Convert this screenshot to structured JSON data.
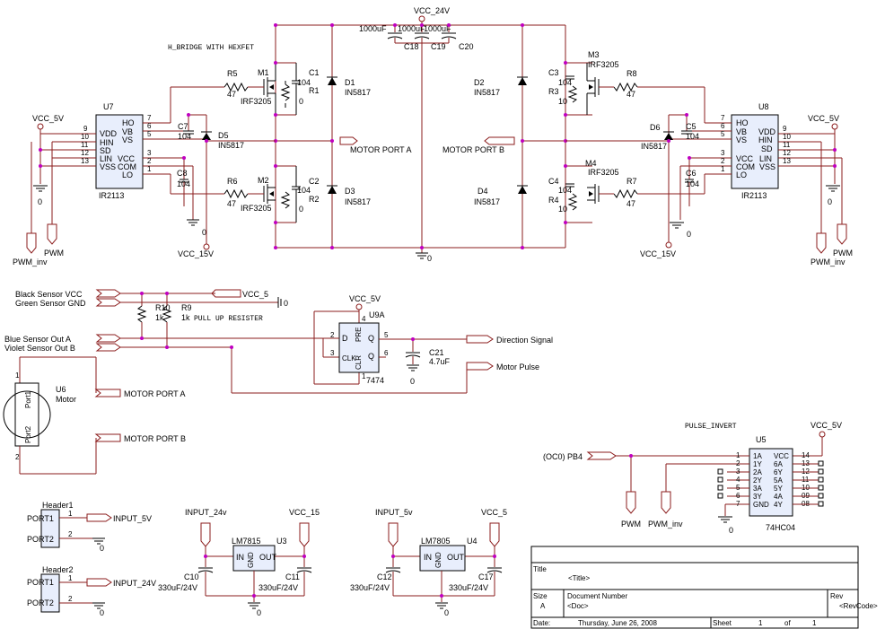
{
  "supply": {
    "vcc24": "VCC_24V",
    "vcc5_a": "VCC_5V",
    "vcc5_b": "VCC_5V",
    "vcc5_c": "VCC_5V",
    "vcc5_d": "VCC_5V",
    "vcc15_a": "VCC_15V",
    "vcc15_b": "VCC_15V",
    "vcc_5_sensor": "VCC_5",
    "vcc_15": "VCC_15",
    "vcc_5_reg": "VCC_5"
  },
  "bridge": {
    "title": "H_BRIDGE WITH HEXFET",
    "bulk_caps": {
      "v1": "1000uF",
      "v2": "1000uF",
      "v3": "1000uF",
      "r1": "C18",
      "r2": "C19",
      "r3": "C20"
    },
    "left": {
      "m1": "M1",
      "m1_part": "IRF3205",
      "m2": "M2",
      "m2_part": "IRF3205",
      "r5": "R5",
      "r5v": "47",
      "r6": "R6",
      "r6v": "47",
      "r1": "R1",
      "r1v": "0",
      "r2": "R2",
      "r2v": "0",
      "c1": "C1",
      "c1v": "104",
      "c2": "C2",
      "c2v": "104",
      "d1": "D1",
      "d1p": "IN5817",
      "d3": "D3",
      "d3p": "IN5817",
      "c7": "C7",
      "c7v": "104",
      "c8": "C8",
      "c8v": "104",
      "d5": "D5",
      "d5p": "IN5817",
      "driver": "U7",
      "driver_part": "IR2113",
      "ground0": "0",
      "ground0b": "0"
    },
    "right": {
      "m3": "M3",
      "m3_part": "IRF3205",
      "m4": "M4",
      "m4_part": "IRF3205",
      "r8": "R8",
      "r8v": "47",
      "r7": "R7",
      "r7v": "47",
      "r3": "R3",
      "r3v": "10",
      "r4": "R4",
      "r4v": "10",
      "c3": "C3",
      "c3v": "104",
      "c4": "C4",
      "c4v": "104",
      "d2": "D2",
      "d2p": "IN5817",
      "d4": "D4",
      "d4p": "IN5817",
      "c5": "C5",
      "c5v": "104",
      "c6": "C6",
      "c6v": "104",
      "d6": "D6",
      "d6p": "IN5817",
      "driver": "U8",
      "driver_part": "IR2113",
      "ground0": "0"
    },
    "motor_port_a": "MOTOR PORT A",
    "motor_port_b": "MOTOR PORT B",
    "ground_center": "0",
    "ir2113_left_pins": [
      {
        "num": "9",
        "name": "VDD"
      },
      {
        "num": "10",
        "name": "HIN"
      },
      {
        "num": "11",
        "name": "SD"
      },
      {
        "num": "12",
        "name": "LIN"
      },
      {
        "num": "13",
        "name": "VSS"
      }
    ],
    "ir2113_right_pins": [
      {
        "num": "7",
        "name": "HO"
      },
      {
        "num": "6",
        "name": "VB"
      },
      {
        "num": "5",
        "name": "VS"
      },
      {
        "num": "3",
        "name": "VCC"
      },
      {
        "num": "2",
        "name": "COM"
      },
      {
        "num": "1",
        "name": "LO"
      }
    ],
    "pwm_inv": "PWM_inv",
    "pwm": "PWM"
  },
  "sensor": {
    "black": "Black Sensor VCC",
    "green": "Green Sensor GND",
    "blue": "Blue Sensor Out A",
    "violet": "Violet Sensor Out B",
    "r10": "R10",
    "r10v": "1k",
    "r9": "R9",
    "r9v": "1k",
    "pullup": "PULL UP RESISTER",
    "gnd0": "0",
    "u9": "U9A",
    "u9part": "7474",
    "pins": {
      "d": "D",
      "clk": "CLK",
      "pre": "PRE",
      "clr": "CLR",
      "q": "Q",
      "qn": "Q",
      "p2": "2",
      "p3": "3",
      "p4": "4",
      "p1": "1",
      "p5": "5",
      "p6": "6"
    },
    "c21": "C21",
    "c21v": "4.7uF",
    "c21gnd": "0",
    "direction": "Direction Signal",
    "pulse": "Motor Pulse"
  },
  "motor": {
    "ref": "U6",
    "name": "Motor",
    "port1": "Port1",
    "port2": "Port2",
    "p1": "1",
    "p2": "2",
    "a": "MOTOR PORT A",
    "b": "MOTOR PORT B"
  },
  "inverter": {
    "title": "PULSE_INVERT",
    "ref": "U5",
    "part": "74HC04",
    "input": "(OC0) PB4",
    "left_pins": [
      {
        "num": "1",
        "name": "1A"
      },
      {
        "num": "2",
        "name": "1Y"
      },
      {
        "num": "3",
        "name": "2A"
      },
      {
        "num": "4",
        "name": "2Y"
      },
      {
        "num": "5",
        "name": "3A"
      },
      {
        "num": "6",
        "name": "3Y"
      },
      {
        "num": "7",
        "name": "GND"
      }
    ],
    "right_pins": [
      {
        "num": "14",
        "name": "VCC"
      },
      {
        "num": "13",
        "name": "6A"
      },
      {
        "num": "12",
        "name": "6Y"
      },
      {
        "num": "11",
        "name": "5A"
      },
      {
        "num": "10",
        "name": "5Y"
      },
      {
        "num": "09",
        "name": "4A"
      },
      {
        "num": "08",
        "name": "4Y"
      }
    ],
    "pwm": "PWM",
    "pwm_inv": "PWM_inv",
    "gnd": "0"
  },
  "headers": {
    "h1": "Header1",
    "h2": "Header2",
    "port1": "PORT1",
    "port2": "PORT2",
    "pin1": "1",
    "pin2": "2",
    "in5": "INPUT_5V",
    "in24": "INPUT_24V",
    "gnd": "0"
  },
  "regulators": {
    "r1_in": "INPUT_24v",
    "r1_out": "VCC_15",
    "r1_part": "LM7815",
    "r1_ref": "U3",
    "r1_c_in": "C10",
    "r1_c_in_v": "330uF/24V",
    "r1_c_out": "C11",
    "r1_c_out_v": "330uF/24V",
    "r2_in": "INPUT_5v",
    "r2_out": "VCC_5",
    "r2_part": "LM7805",
    "r2_ref": "U4",
    "r2_c_in": "C12",
    "r2_c_in_v": "330uF/24V",
    "r2_c_out": "C17",
    "r2_c_out_v": "330uF/24V",
    "in": "IN",
    "out": "OUT",
    "gnd_pin": "GND",
    "gnd": "0"
  },
  "titleblock": {
    "title_label": "Title",
    "title_value": "<Title>",
    "size_label": "Size",
    "size_value": "A",
    "docnum_label": "Document Number",
    "doc_value": "<Doc>",
    "rev_label": "Rev",
    "rev_value": "<RevCode>",
    "date_label": "Date:",
    "date_value": "Thursday, June 26, 2008",
    "sheet_label": "Sheet",
    "sheet_value": "1",
    "of_label": "of",
    "of_value": "1"
  }
}
